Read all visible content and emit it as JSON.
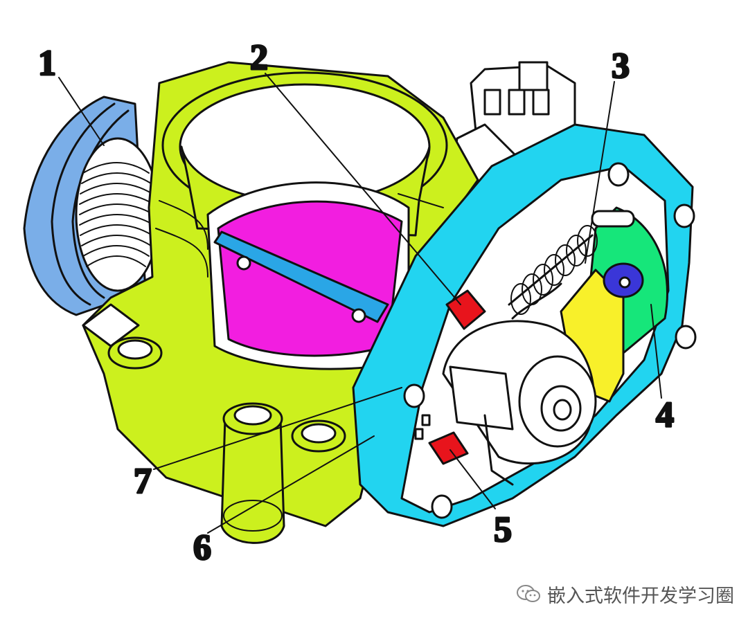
{
  "callouts": [
    {
      "id": "1",
      "text": "1"
    },
    {
      "id": "2",
      "text": "2"
    },
    {
      "id": "3",
      "text": "3"
    },
    {
      "id": "4",
      "text": "4"
    },
    {
      "id": "5",
      "text": "5"
    },
    {
      "id": "6",
      "text": "6"
    },
    {
      "id": "7",
      "text": "7"
    }
  ],
  "watermark": {
    "text": "嵌入式软件开发学习圈",
    "icon": "wechat-icon"
  },
  "colors": {
    "housing": "#ccf01e",
    "cable_pulley": "#7aaee8",
    "throttle_plate": "#f21ee0",
    "plate_shaft": "#2aa6e6",
    "cover_gasket": "#22d4f0",
    "sector_gear": "#16e67a",
    "drive_gear": "#3a36d8",
    "yellow_gear": "#f8f02a",
    "sensors": "#e8141c",
    "outline": "#111111"
  }
}
